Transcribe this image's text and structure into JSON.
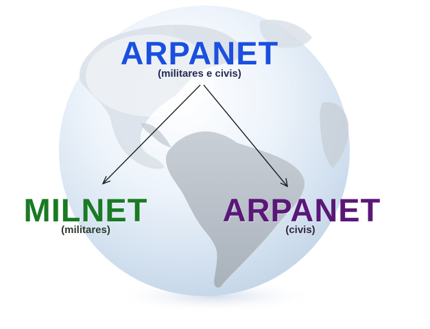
{
  "diagram": {
    "root": {
      "title": "ARPANET",
      "subtitle": "(militares e civis)",
      "color": "#1a4fe0"
    },
    "left": {
      "title": "MILNET",
      "subtitle": "(militares)",
      "color": "#1a7a25"
    },
    "right": {
      "title": "ARPANET",
      "subtitle": "(civis)",
      "color": "#5a1778"
    },
    "edges": [
      {
        "from": "root",
        "to": "left"
      },
      {
        "from": "root",
        "to": "right"
      }
    ]
  },
  "background": {
    "image": "globe-icon",
    "globe_color": "#dde9f4",
    "land_color": "#b7bec7"
  }
}
